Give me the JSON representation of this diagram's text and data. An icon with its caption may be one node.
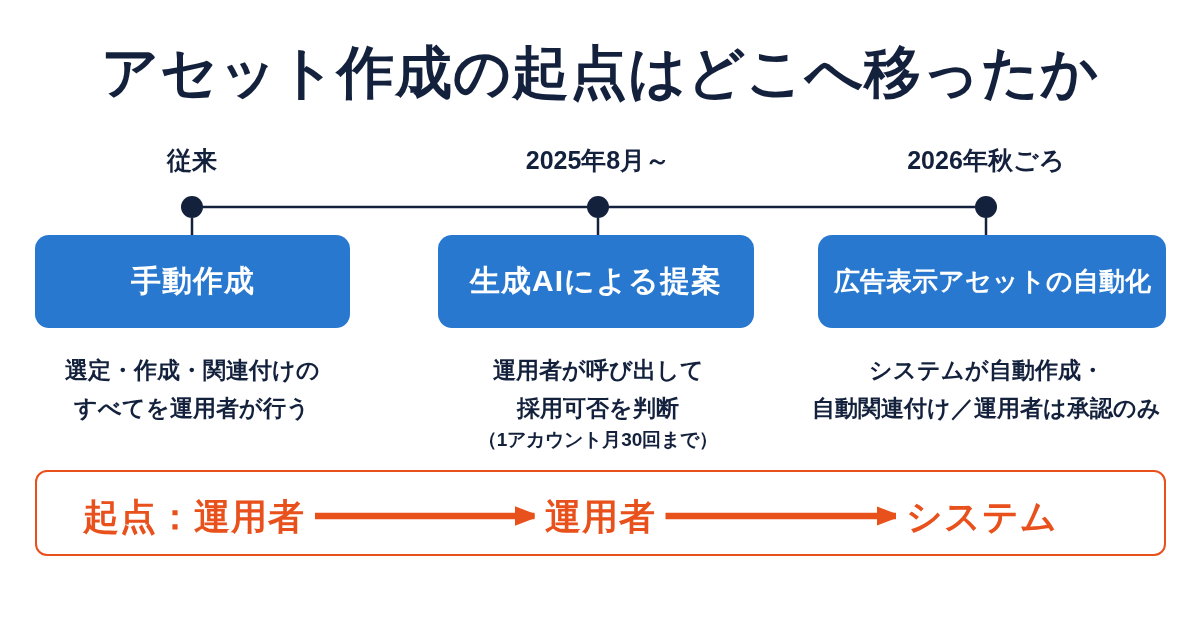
{
  "diagram": {
    "title": "アセット作成の起点はどこへ移ったか",
    "nodes": [
      {
        "text": [],
        "shape": "circle",
        "beside": [
          "従来"
        ]
      },
      {
        "text": [],
        "shape": "circle",
        "beside": [
          "2025年8月～"
        ]
      },
      {
        "text": [],
        "shape": "circle",
        "beside": [
          "2026年秋ごろ"
        ]
      },
      {
        "text": [
          "手動作成"
        ],
        "beside": [
          "選定・作成・関連付けのすべてを運用者が行う"
        ]
      },
      {
        "text": [
          "生成AIによる提案"
        ],
        "beside": [
          "運用者が呼び出して採用可否を判断",
          "（1アカウント月30回まで）"
        ]
      },
      {
        "text": [
          "広告表示アセットの自動化"
        ],
        "beside": [
          "システムが自動作成・自動関連付け／運用者は承認のみ"
        ]
      },
      {
        "text": [],
        "shape": "box"
      },
      {
        "text": [
          "起点：運用者"
        ],
        "in": 6
      },
      {
        "text": [
          "運用者"
        ],
        "in": 6
      },
      {
        "text": [
          "システム"
        ],
        "in": 6
      }
    ],
    "edges": [
      {
        "from": 0,
        "to": 1,
        "arrow": "none"
      },
      {
        "from": 1,
        "to": 2,
        "arrow": "none"
      },
      {
        "from": 0,
        "to": 3,
        "arrow": "none"
      },
      {
        "from": 1,
        "to": 4,
        "arrow": "none"
      },
      {
        "from": 2,
        "to": 5,
        "arrow": "none"
      },
      {
        "from": 7,
        "to": 8,
        "arrow": "to",
        "style": "thick",
        "color": "#e8501c"
      },
      {
        "from": 8,
        "to": 9,
        "arrow": "to",
        "style": "thick",
        "color": "#e8501c"
      }
    ]
  }
}
